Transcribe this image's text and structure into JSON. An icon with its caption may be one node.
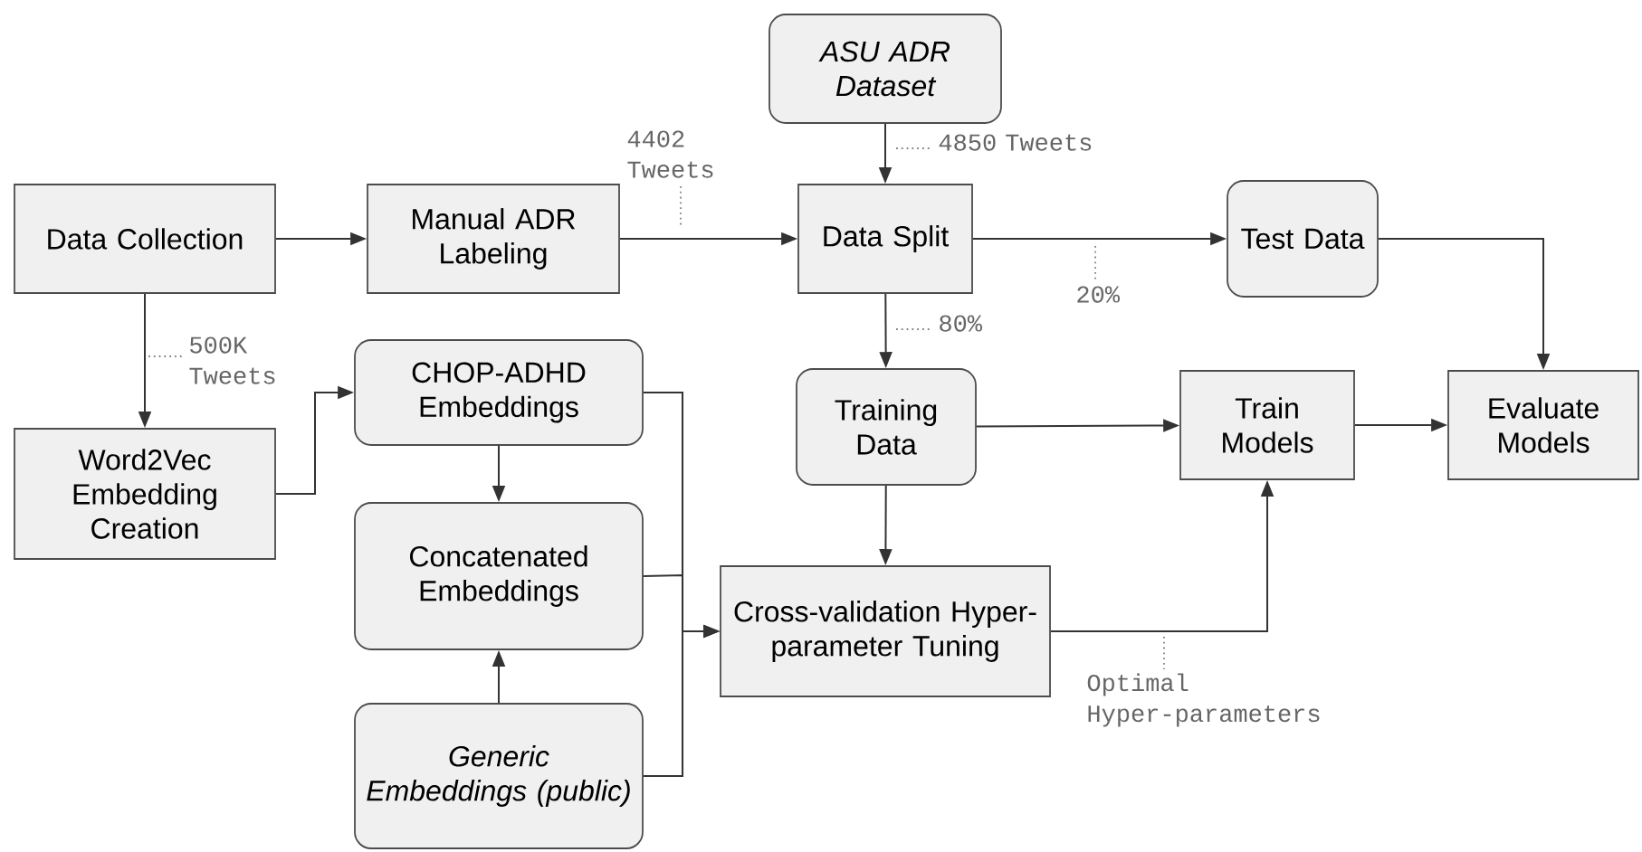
{
  "diagram": {
    "nodes": [
      {
        "text": [
          "Data Collection"
        ]
      },
      {
        "text": [
          "Manual ADR Labeling"
        ]
      },
      {
        "text": [
          "ASU ADR Dataset"
        ]
      },
      {
        "text": [
          "Data Split"
        ]
      },
      {
        "text": [
          "Test Data"
        ]
      },
      {
        "text": [
          "CHOP-ADHD Embeddings"
        ]
      },
      {
        "text": [
          "Training Data"
        ]
      },
      {
        "text": [
          "Train Models"
        ]
      },
      {
        "text": [
          "Evaluate Models"
        ]
      },
      {
        "text": [
          "Word2Vec Embedding Creation"
        ]
      },
      {
        "text": [
          "Concatenated Embeddings"
        ]
      },
      {
        "text": [
          "Cross-validation Hyper-parameter Tuning"
        ]
      },
      {
        "text": [
          "Generic Embeddings (public)"
        ]
      }
    ],
    "edges": [
      {
        "from": 0,
        "to": 1,
        "arrow": "to"
      },
      {
        "from": 1,
        "to": 3,
        "arrow": "to",
        "label": "4402 Tweets"
      },
      {
        "from": 2,
        "to": 3,
        "arrow": "to",
        "label": "4850 Tweets"
      },
      {
        "from": 3,
        "to": 4,
        "arrow": "to",
        "label": "20%"
      },
      {
        "from": 3,
        "to": 6,
        "arrow": "to",
        "label": "80%"
      },
      {
        "from": 0,
        "to": 9,
        "arrow": "to",
        "label": "500K Tweets"
      },
      {
        "from": 9,
        "to": 5,
        "arrow": "to"
      },
      {
        "from": 5,
        "to": 10,
        "arrow": "to"
      },
      {
        "from": 12,
        "to": 10,
        "arrow": "to"
      },
      {
        "from": 6,
        "to": 7,
        "arrow": "to"
      },
      {
        "from": 7,
        "to": 8,
        "arrow": "to"
      },
      {
        "from": 4,
        "to": 8,
        "arrow": "to"
      },
      {
        "from": 6,
        "to": 11,
        "arrow": "to"
      },
      {
        "from": 11,
        "to": 7,
        "arrow": "to",
        "label": "Optimal Hyper-parameters"
      },
      {
        "from": 5,
        "to": 11,
        "arrow": "to"
      },
      {
        "from": 10,
        "to": 11,
        "arrow": "to"
      },
      {
        "from": 12,
        "to": 11,
        "arrow": "to"
      }
    ]
  }
}
